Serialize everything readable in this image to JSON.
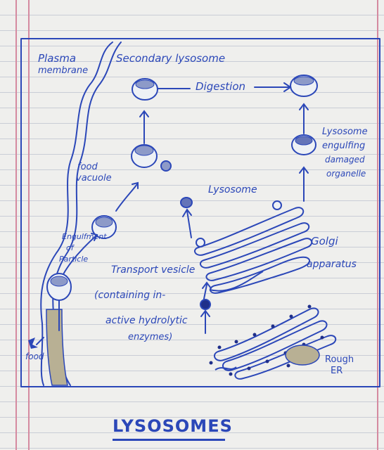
{
  "labels": {
    "plasma": "Plasma",
    "membrane": "membrane",
    "secondary_lysosome": "Secondary lysosome",
    "digestion": "Digestion",
    "lysosome_eng_1": "Lysosome",
    "lysosome_eng_2": "engulfing",
    "lysosome_eng_3": "damaged",
    "lysosome_eng_4": "organelle",
    "food_vacuole_1": "food",
    "food_vacuole_2": "vacuole",
    "lysosome": "Lysosome",
    "golgi_1": "Golgi",
    "golgi_2": "apparatus",
    "engulf_1": "Engulfment",
    "engulf_2": "of",
    "engulf_3": "Particle",
    "transport": "Transport vesicle",
    "containing": "(containing in-",
    "active": "active hydrolytic",
    "enzymes": "enzymes)",
    "food": "food",
    "rough_1": "Rough",
    "rough_2": "ER"
  },
  "title": "LYSOSOMES",
  "colors": {
    "ink": "#2b47b8",
    "paper": "#efefed",
    "margin": "#d58aa0",
    "rule": "#c9cdd6"
  }
}
